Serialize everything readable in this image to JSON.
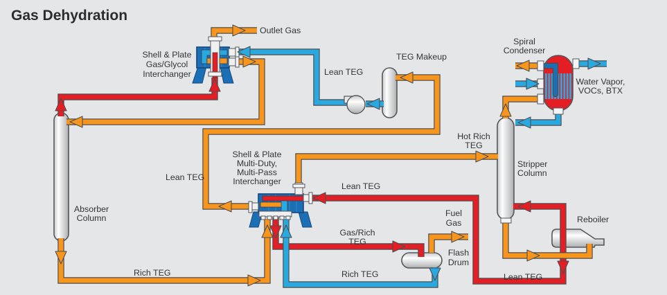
{
  "title": "Gas Dehydration",
  "colors": {
    "background": "#E5E6E7",
    "orange": "#F7951D",
    "red": "#E41E25",
    "blue": "#2AA9E0",
    "tube_blue": "#1D6FB4",
    "exchanger_blue": "#1B6FB5",
    "pipe_outline": "#4E4E50",
    "label": "#333436"
  },
  "equipment": {
    "absorber": [
      "Absorber",
      "Column"
    ],
    "gas_glycol_interchanger": [
      "Shell & Plate",
      "Gas/Glycol",
      "Interchanger"
    ],
    "multi_interchanger": [
      "Shell & Plate",
      "Multi-Duty,",
      "Multi-Pass",
      "Interchanger"
    ],
    "teg_makeup": "TEG Makeup",
    "spiral_condenser": [
      "Spiral",
      "Condenser"
    ],
    "stripper": [
      "Stripper",
      "Column"
    ],
    "reboiler": "Reboiler",
    "flash_drum": [
      "Flash",
      "Drum"
    ]
  },
  "streams": {
    "outlet_gas": "Outlet Gas",
    "lean_teg": "Lean TEG",
    "rich_teg": "Rich TEG",
    "gas_rich_teg": [
      "Gas/Rich",
      "TEG"
    ],
    "hot_rich_teg": [
      "Hot Rich",
      "TEG"
    ],
    "fuel_gas": [
      "Fuel",
      "Gas"
    ],
    "water_vapor": [
      "Water Vapor,",
      "VOCs, BTX"
    ]
  }
}
